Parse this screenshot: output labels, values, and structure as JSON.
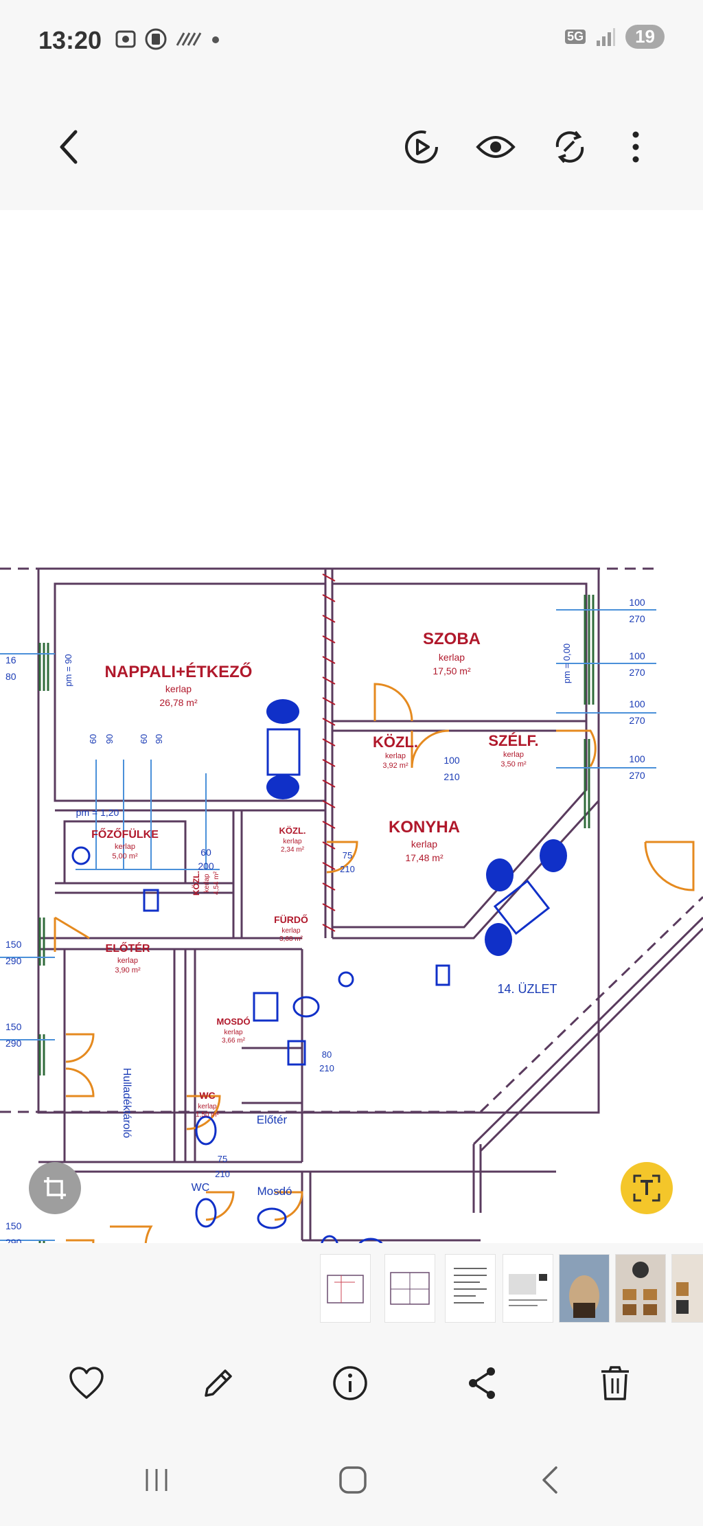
{
  "status": {
    "time": "13:20",
    "network": "5G",
    "battery": "19"
  },
  "plan": {
    "rooms": [
      {
        "name": "NAPPALI+ÉTKEZŐ",
        "floor": "kerlap",
        "area": "26,78 m²"
      },
      {
        "name": "SZOBA",
        "floor": "kerlap",
        "area": "17,50 m²"
      },
      {
        "name": "KÖZL.",
        "floor": "kerlap",
        "area": "3,92 m²"
      },
      {
        "name": "SZÉLF.",
        "floor": "kerlap",
        "area": "3,50 m²"
      },
      {
        "name": "KONYHA",
        "floor": "kerlap",
        "area": "17,48 m²"
      },
      {
        "name": "FŐZŐFÜLKE",
        "floor": "kerlap",
        "area": "5,00 m²"
      },
      {
        "name": "KÖZL.",
        "floor": "kerlap",
        "area": "2,34 m²"
      },
      {
        "name": "KÖZL.",
        "floor": "kerlap",
        "area": "4,54 m²"
      },
      {
        "name": "FÜRDŐ",
        "floor": "kerlap",
        "area": "3,68 m²"
      },
      {
        "name": "ELŐTÉR",
        "floor": "kerlap",
        "area": "3,90 m²"
      },
      {
        "name": "MOSDÓ",
        "floor": "kerlap",
        "area": "3,66 m²"
      },
      {
        "name": "WC",
        "floor": "kerlap",
        "area": "1,50 m²"
      }
    ],
    "labels": {
      "uzlet": "14. ÜZLET",
      "hulladek": "Hulladéktároló",
      "eloter": "Előtér",
      "mosdo": "Mosdó",
      "wc": "WC",
      "pm90": "pm = 90",
      "pm0": "pm = 0,00",
      "pm120": "pm = 1,20"
    },
    "dims": {
      "d100": "100",
      "d270": "270",
      "d150": "150",
      "d290": "290",
      "d90": "90",
      "d210": "210",
      "d60": "60",
      "d200": "200",
      "d75": "75",
      "d80": "80",
      "d16": "16",
      "d80b": "80"
    }
  }
}
